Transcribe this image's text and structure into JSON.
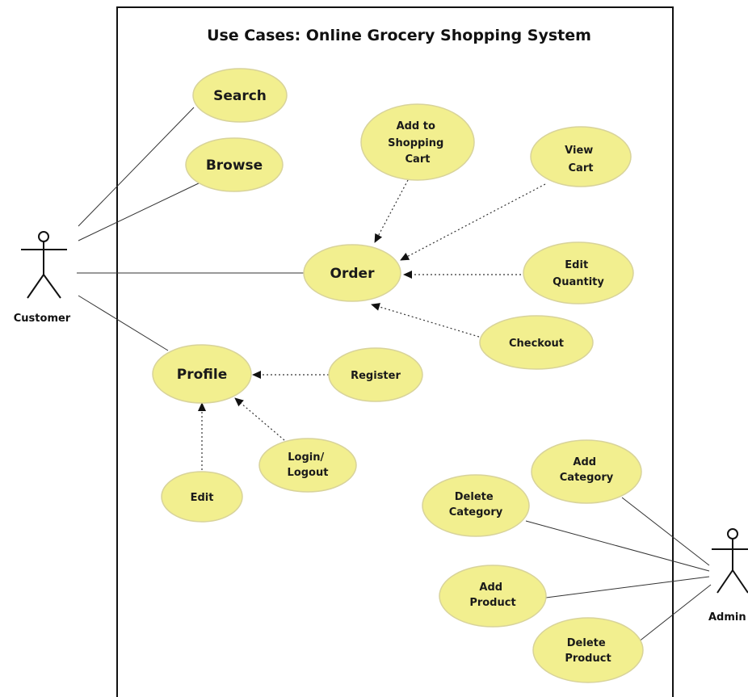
{
  "diagram": {
    "title": "Use Cases: Online Grocery Shopping System",
    "actors": {
      "customer": "Customer",
      "admin": "Admin"
    },
    "use_cases": {
      "search": [
        "Search"
      ],
      "browse": [
        "Browse"
      ],
      "add_to_cart": [
        "Add to",
        "Shopping",
        "Cart"
      ],
      "view_cart": [
        "View",
        "Cart"
      ],
      "order": [
        "Order"
      ],
      "edit_quantity": [
        "Edit",
        "Quantity"
      ],
      "checkout": [
        "Checkout"
      ],
      "profile": [
        "Profile"
      ],
      "register": [
        "Register"
      ],
      "login_logout": [
        "Login/",
        "Logout"
      ],
      "edit": [
        "Edit"
      ],
      "add_category": [
        "Add",
        "Category"
      ],
      "delete_category": [
        "Delete",
        "Category"
      ],
      "add_product": [
        "Add",
        "Product"
      ],
      "delete_product": [
        "Delete",
        "Product"
      ]
    },
    "colors": {
      "use_case_fill": "#f2ef8f",
      "line": "#333333"
    }
  }
}
